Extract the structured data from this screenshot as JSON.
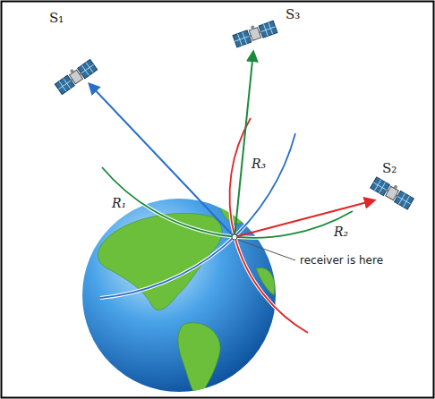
{
  "diagram": {
    "labels": [
      "S₁",
      "S₃",
      "S₂",
      "R₁",
      "R₃",
      "R₂",
      "receiver is here"
    ]
  }
}
